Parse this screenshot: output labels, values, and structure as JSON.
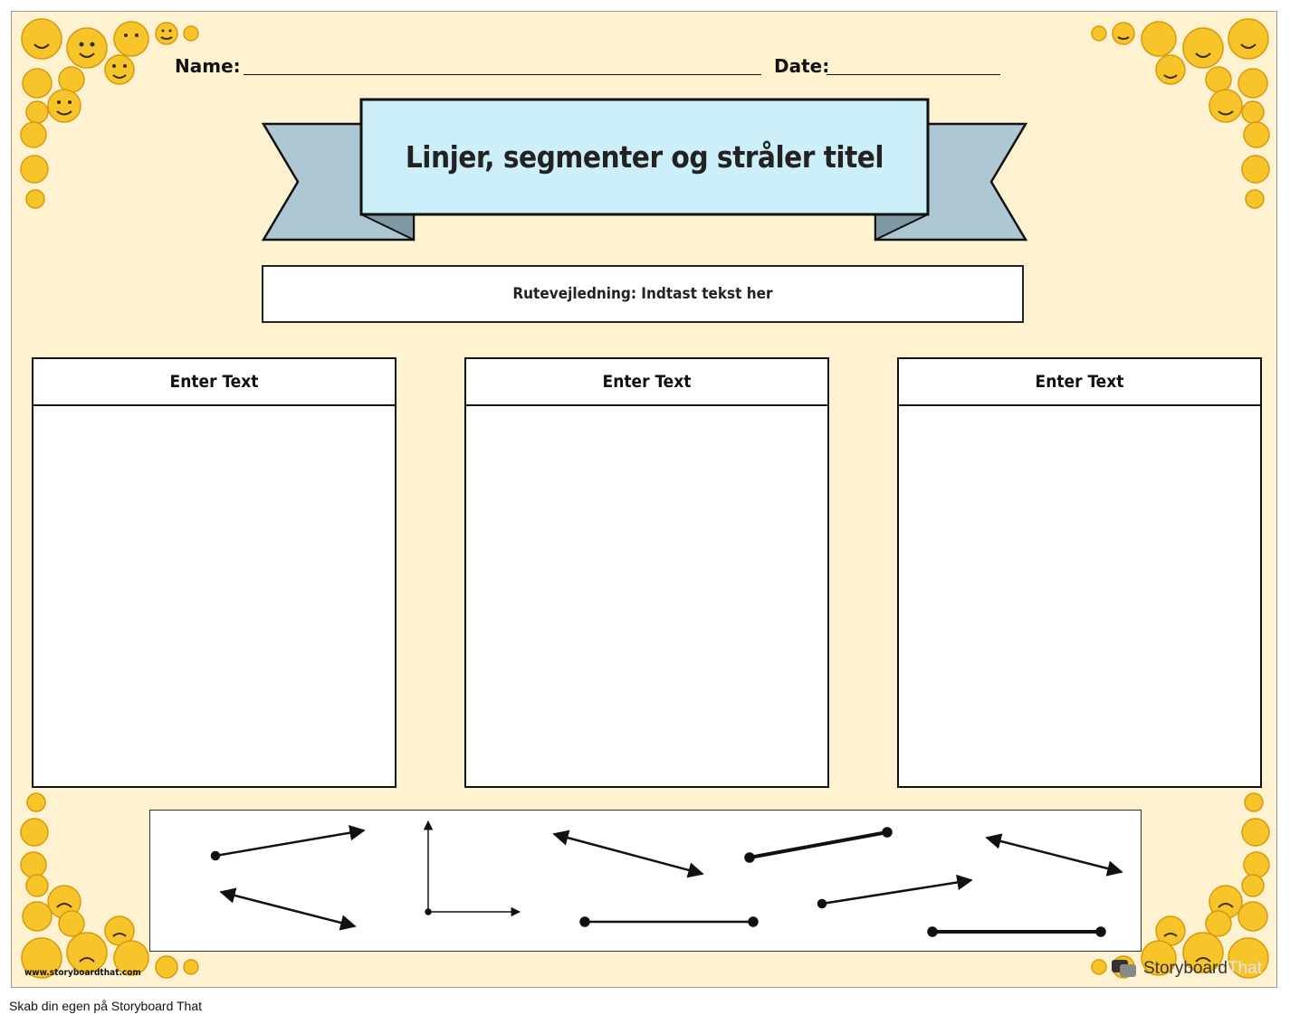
{
  "worksheet": {
    "name_label": "Name:",
    "date_label": "Date:",
    "title": "Linjer, segmenter og stråler titel",
    "instructions": "Rutevejledning: Indtast tekst her",
    "panels": [
      {
        "heading": "Enter Text"
      },
      {
        "heading": "Enter Text"
      },
      {
        "heading": "Enter Text"
      }
    ],
    "website": "www.storyboardthat.com",
    "brand": "Storyboard",
    "brand_suffix": "That"
  },
  "footer": {
    "caption": "Skab din egen på Storyboard That"
  },
  "colors": {
    "background": "#fff2d1",
    "ribbon_front": "#cdeff9",
    "ribbon_tails": "#adc8d2",
    "emoji": "#f7c42a"
  },
  "decorations": {
    "icon": "emoji-face-icon"
  }
}
